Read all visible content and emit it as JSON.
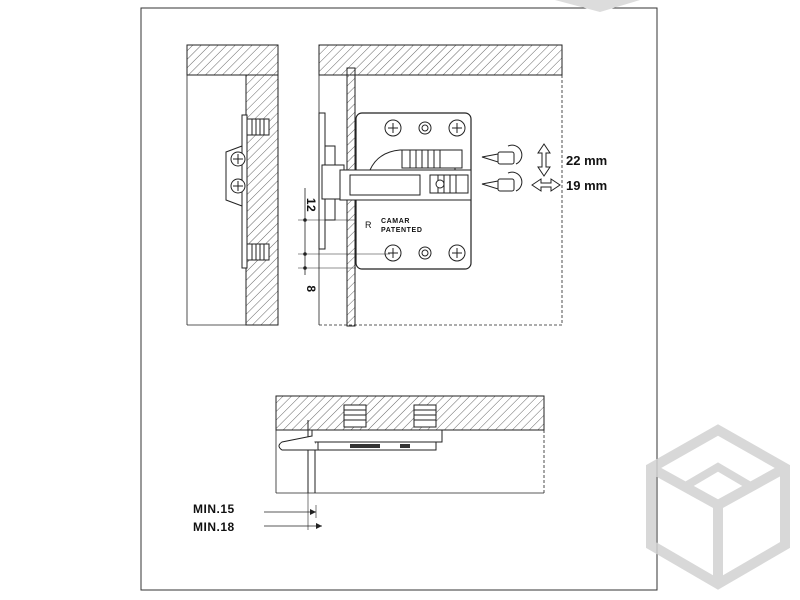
{
  "brand": {
    "name": "CAMAR",
    "tag": "PATENTED",
    "side": "R"
  },
  "adjustments": {
    "vertical": {
      "value": "22 mm",
      "icon": "vertical-double-arrow-icon"
    },
    "horizontal": {
      "value": "19 mm",
      "icon": "horizontal-double-arrow-icon"
    },
    "screwdriver_icon": "phillips-screwdriver-icon"
  },
  "dimensions": {
    "side_a": "12",
    "side_b": "8",
    "min_a": "MIN.15",
    "min_b": "MIN.18"
  },
  "watermark_icon": "isometric-cube-logo",
  "colors": {
    "line": "#222222",
    "hatch": "#555555",
    "watermark": "#cfcfcf",
    "frame": "#333333"
  }
}
